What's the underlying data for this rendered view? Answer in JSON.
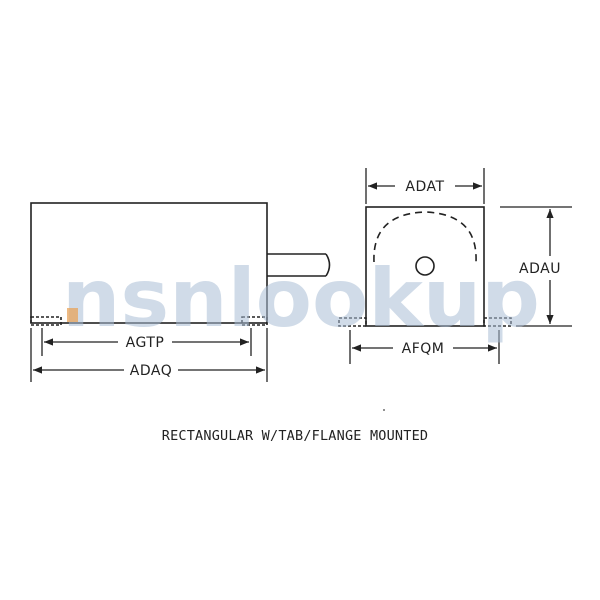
{
  "labels": {
    "agtp": "AGTP",
    "adaq": "ADAQ",
    "adat": "ADAT",
    "adau": "ADAU",
    "afqm": "AFQM"
  },
  "caption": "RECTANGULAR W/TAB/FLANGE MOUNTED",
  "watermark": {
    "text": "nsnlookup"
  },
  "colors": {
    "line": "#222222",
    "watermark": "#a9bdd6",
    "watermark_accent": "#e8a35a"
  }
}
